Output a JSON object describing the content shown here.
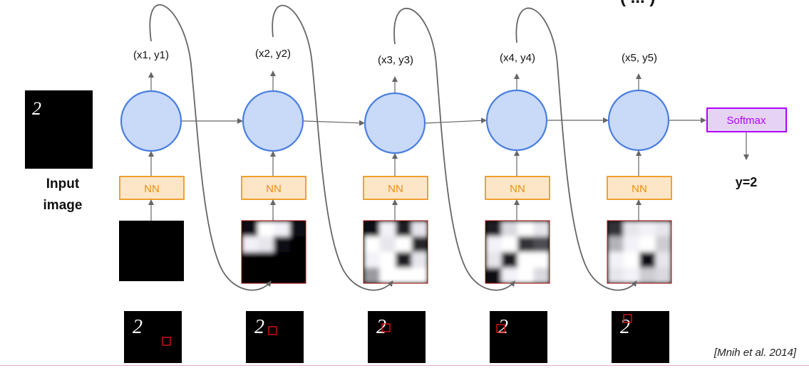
{
  "header_partial": "(   ...   )",
  "input": {
    "label_line1": "Input",
    "label_line2": "image",
    "digit_glyph": "2"
  },
  "steps": [
    {
      "coord": "(x1, y1)",
      "nn_label": "NN",
      "glimpse": [
        [
          0,
          0,
          0,
          0
        ],
        [
          0,
          0,
          0,
          0
        ],
        [
          0,
          0,
          0,
          0
        ],
        [
          0,
          0,
          0,
          0
        ]
      ],
      "thumb_box": "bottom-right"
    },
    {
      "coord": "(x2, y2)",
      "nn_label": "NN",
      "glimpse": [
        [
          0.05,
          1,
          0.95,
          0.05
        ],
        [
          0.95,
          0.9,
          0.05,
          0.0
        ],
        [
          0,
          0,
          0,
          0
        ],
        [
          0,
          0,
          0,
          0
        ]
      ],
      "thumb_box": "right"
    },
    {
      "coord": "(x3, y3)",
      "nn_label": "NN",
      "glimpse": [
        [
          0.05,
          0.95,
          0.1,
          0.9
        ],
        [
          1,
          0.9,
          1,
          0.15
        ],
        [
          0.95,
          1,
          0.1,
          0.9
        ],
        [
          0.6,
          1,
          1,
          1
        ]
      ],
      "thumb_box": "center"
    },
    {
      "coord": "(x4, y4)",
      "nn_label": "NN",
      "glimpse": [
        [
          0.1,
          0.85,
          1,
          0.9
        ],
        [
          0.95,
          1,
          0.2,
          0.3
        ],
        [
          0.9,
          0.1,
          1,
          1
        ],
        [
          0.05,
          0.95,
          1,
          0.85
        ]
      ],
      "thumb_box": "left"
    },
    {
      "coord": "(x5, y5)",
      "nn_label": "NN",
      "glimpse": [
        [
          0.2,
          0.9,
          0.95,
          0.9
        ],
        [
          0.7,
          0.95,
          1,
          0.8
        ],
        [
          0.95,
          1,
          0.05,
          0.9
        ],
        [
          0.9,
          0.95,
          0.8,
          0.85
        ]
      ],
      "thumb_box": "top"
    }
  ],
  "softmax": {
    "label": "Softmax"
  },
  "output": {
    "label": "y=2"
  },
  "citation": "[Mnih et al. 2014]",
  "colors": {
    "node_fill": "#c9d9f8",
    "node_stroke": "#4a7fe0",
    "nn_fill": "#fde6c8",
    "nn_stroke": "#f0a030",
    "nn_text": "#e8900c",
    "softmax_fill": "#e6d3f3",
    "softmax_stroke": "#b000ff",
    "softmax_text": "#b000ff",
    "arrow": "#666666",
    "glimpse_border": "#aa1111",
    "thumb_box": "#dd1111"
  }
}
